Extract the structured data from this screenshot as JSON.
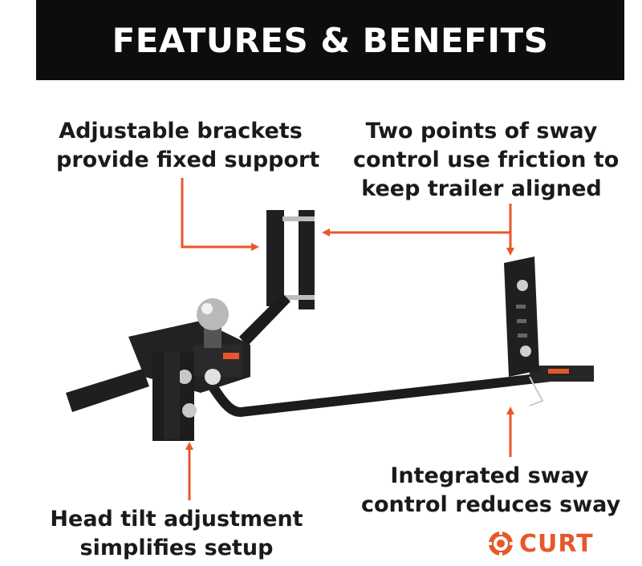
{
  "banner": {
    "title": "FEATURES & BENEFITS"
  },
  "callouts": {
    "brackets": {
      "line1": "Adjustable brackets",
      "line2": "provide fixed support"
    },
    "sway_points": {
      "line1": "Two points of sway",
      "line2": "control use friction to",
      "line3": "keep trailer aligned"
    },
    "integrated": {
      "line1": "Integrated sway",
      "line2": "control reduces sway"
    },
    "head_tilt": {
      "line1": "Head tilt adjustment",
      "line2": "simplifies setup"
    }
  },
  "brand": {
    "name": "CURT",
    "logo_icon": "curt-gear-icon"
  },
  "colors": {
    "accent": "#e8572a",
    "banner_bg": "#0d0d0d",
    "product": "#1e1e1e"
  }
}
